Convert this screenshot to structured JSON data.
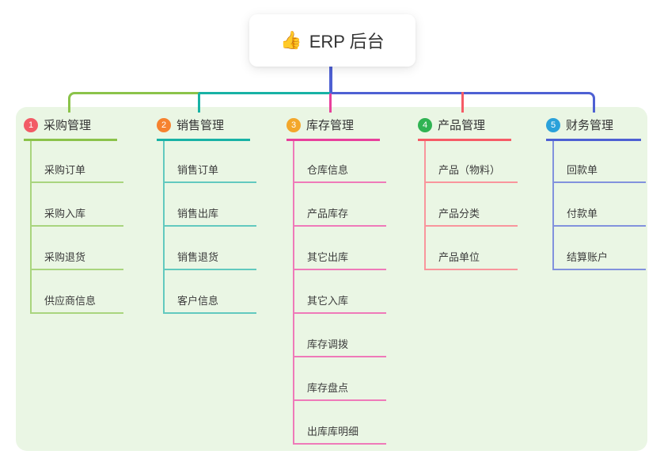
{
  "root": {
    "icon": "👍",
    "label": "ERP 后台"
  },
  "colors": {
    "panel_background": "#eaf6e4",
    "root_stem": "#5463d4"
  },
  "branches": [
    {
      "number": "1",
      "label": "采购管理",
      "color": "#8bc34a",
      "light_color": "#a9d57e",
      "badge_color": "#f25b66",
      "items": [
        "采购订单",
        "采购入库",
        "采购退货",
        "供应商信息"
      ]
    },
    {
      "number": "2",
      "label": "销售管理",
      "color": "#18b2a5",
      "light_color": "#62c9bf",
      "badge_color": "#f6822f",
      "items": [
        "销售订单",
        "销售出库",
        "销售退货",
        "客户信息"
      ]
    },
    {
      "number": "3",
      "label": "库存管理",
      "color": "#e8409c",
      "light_color": "#ef7ab9",
      "badge_color": "#f3a72b",
      "items": [
        "仓库信息",
        "产品库存",
        "其它出库",
        "其它入库",
        "库存调拨",
        "库存盘点",
        "出库库明细"
      ]
    },
    {
      "number": "4",
      "label": "产品管理",
      "color": "#f65b66",
      "light_color": "#f9959c",
      "badge_color": "#30b353",
      "items": [
        "产品（物料）",
        "产品分类",
        "产品单位"
      ]
    },
    {
      "number": "5",
      "label": "财务管理",
      "color": "#4e60d3",
      "light_color": "#8292dd",
      "badge_color": "#2aa1da",
      "items": [
        "回款单",
        "付款单",
        "结算账户"
      ]
    }
  ]
}
